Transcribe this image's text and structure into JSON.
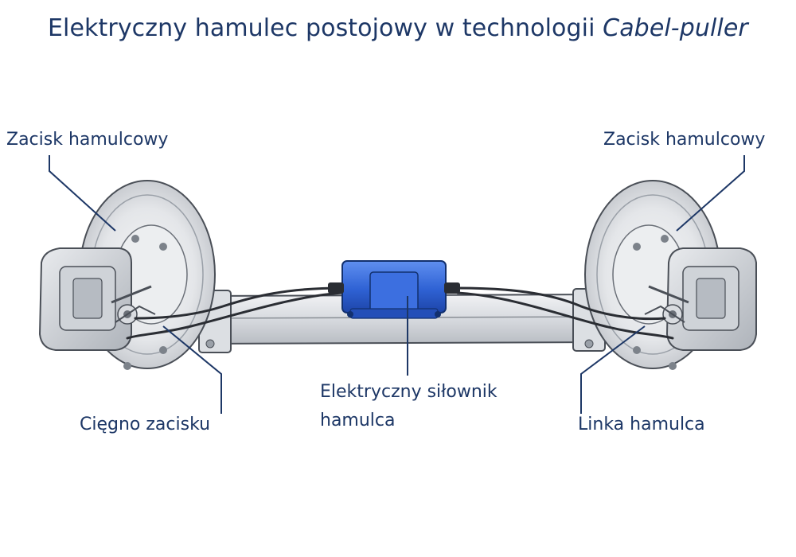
{
  "title": {
    "main": "Elektryczny hamulec postojowy w technologii ",
    "emphasis": "Cabel-puller"
  },
  "labels": {
    "caliper_left": "Zacisk hamulcowy",
    "caliper_right": "Zacisk hamulcowy",
    "actuator_line1": "Elektryczny siłownik",
    "actuator_line2": "hamulca",
    "rod_left": "Cięgno zacisku",
    "cable_right": "Linka hamulca"
  },
  "colors": {
    "text": "#1d3766",
    "leader": "#1d3766",
    "actuator": "#2d5fd0",
    "metal": "#dfe2e6",
    "outline": "#4a4f57"
  }
}
